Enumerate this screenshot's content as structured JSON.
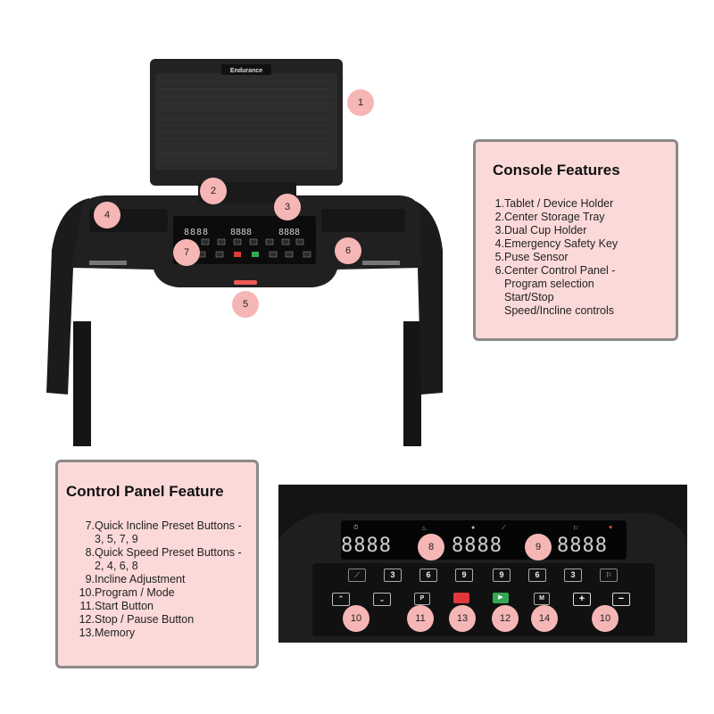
{
  "brand": "Endurance",
  "callouts": [
    "1",
    "2",
    "3",
    "4",
    "5",
    "6",
    "7",
    "8",
    "9",
    "10",
    "11",
    "12",
    "13",
    "14"
  ],
  "console_box": {
    "title": "Console Features",
    "items": [
      {
        "num": "1.",
        "text": "Tablet / Device Holder"
      },
      {
        "num": "2.",
        "text": "Center Storage Tray"
      },
      {
        "num": "3.",
        "text": "Dual Cup Holder"
      },
      {
        "num": "4.",
        "text": "Emergency Safety Key"
      },
      {
        "num": "5.",
        "text": "Puse Sensor"
      },
      {
        "num": "6.",
        "text": "Center Control Panel -"
      },
      {
        "num": "",
        "text": "Program selection"
      },
      {
        "num": "",
        "text": "Start/Stop"
      },
      {
        "num": "",
        "text": "Speed/Incline controls"
      }
    ]
  },
  "control_box": {
    "title": "Control Panel Feature",
    "items": [
      {
        "num": "7.",
        "text": "Quick Incline Preset Buttons -"
      },
      {
        "num": "",
        "text": "3, 5, 7, 9"
      },
      {
        "num": "8.",
        "text": "Quick Speed Preset Buttons -"
      },
      {
        "num": "",
        "text": "2, 4, 6, 8"
      },
      {
        "num": "9.",
        "text": "Incline Adjustment"
      },
      {
        "num": "10.",
        "text": "Program / Mode"
      },
      {
        "num": "11.",
        "text": "Start Button"
      },
      {
        "num": "12.",
        "text": "Stop / Pause Button"
      },
      {
        "num": "13.",
        "text": "Memory"
      }
    ]
  },
  "display": {
    "digits": "8888",
    "preset_keys": [
      "3",
      "6",
      "9",
      "9",
      "6",
      "3"
    ],
    "program_key": "P",
    "mode_key": "M",
    "plus": "+",
    "minus": "−"
  },
  "colors": {
    "callout": "#f6b6b6",
    "box_fill": "#fcd9d9",
    "box_border": "#8a8a8a",
    "console": "#1e1e1e",
    "stop_button": "#e0383b",
    "start_button": "#34a853"
  }
}
